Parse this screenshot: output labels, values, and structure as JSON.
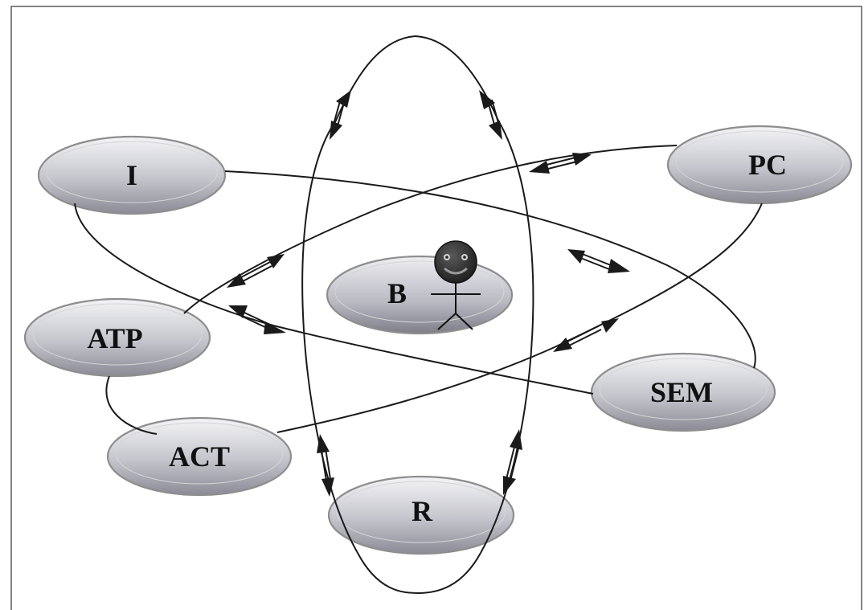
{
  "diagram": {
    "nodes": {
      "I": {
        "label": "I"
      },
      "PC": {
        "label": "PC"
      },
      "B": {
        "label": "B"
      },
      "ATP": {
        "label": "ATP"
      },
      "SEM": {
        "label": "SEM"
      },
      "ACT": {
        "label": "ACT"
      },
      "R": {
        "label": "R"
      }
    },
    "central_actor": {
      "icon": "smiley-stick-figure-icon"
    },
    "colors": {
      "node_fill_light": "#f2f2f4",
      "node_fill_dark": "#8a8b95",
      "node_stroke": "#8e8e8e",
      "line": "#1a1a1a"
    }
  }
}
